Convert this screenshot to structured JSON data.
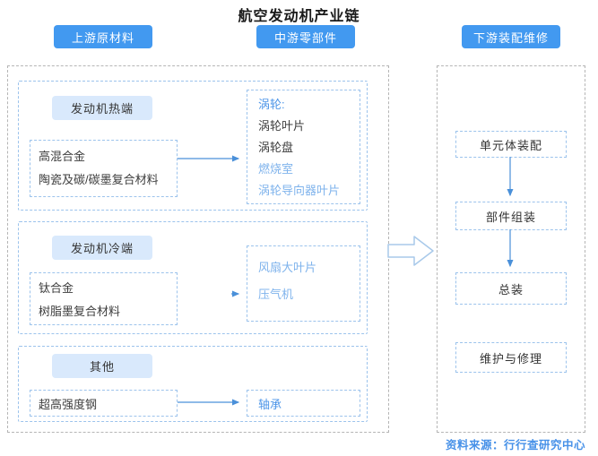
{
  "title": "航空发动机产业链",
  "stage_headers": [
    {
      "label": "上游原材料"
    },
    {
      "label": "中游零部件"
    },
    {
      "label": "下游装配维修"
    }
  ],
  "upstream": {
    "sections": [
      {
        "header": "发动机热端",
        "materials": [
          "高混合金",
          "陶瓷及碳/碳墨复合材料"
        ],
        "components": [
          "涡轮:",
          "涡轮叶片",
          "涡轮盘",
          "燃烧室",
          "涡轮导向器叶片"
        ]
      },
      {
        "header": "发动机冷端",
        "materials": [
          "钛合金",
          "树脂墨复合材料"
        ],
        "components": [
          "风扇大叶片",
          "压气机"
        ]
      },
      {
        "header": "其他",
        "materials": [
          "超高强度钢"
        ],
        "components": [
          "轴承"
        ]
      }
    ]
  },
  "downstream": {
    "steps": [
      "单元体装配",
      "部件组装",
      "总装",
      "维护与修理"
    ]
  },
  "source": "资料来源：行行查研究中心",
  "colors": {
    "stage_button_blue": "#4299f0",
    "section_label_bg": "#d9e9fc",
    "dashed_border_blue": "#9cc3ec",
    "dashed_border_gray": "#b5b5b5",
    "arrow_blue": "#4a90d9",
    "text_dark": "#3d3d3d",
    "text_blue": "#4e96e8",
    "text_light_blue": "#7fb3ec"
  }
}
